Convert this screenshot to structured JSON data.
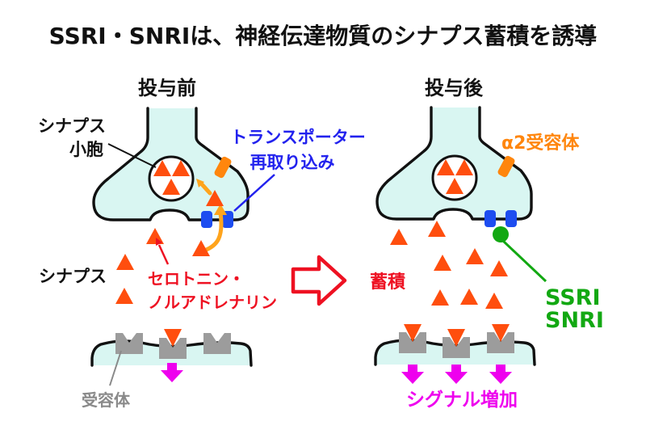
{
  "title": "SSRI・SNRIは、神経伝達物質のシナプス蓄積を誘導",
  "panels": {
    "before": {
      "heading": "投与前",
      "vesicle_label_line1": "シナプス",
      "vesicle_label_line2": "小胞",
      "transporter_label_line1": "トランスポーター",
      "transporter_label_line2": "再取り込み",
      "synapse_label": "シナプス",
      "neurotransmitter_label_line1": "セロトニン・",
      "neurotransmitter_label_line2": "ノルアドレナリン",
      "receptor_label": "受容体"
    },
    "after": {
      "heading": "投与後",
      "alpha2_label": "α2受容体",
      "accumulation_label": "蓄積",
      "drug_label_line1": "SSRI",
      "drug_label_line2": "SNRI",
      "signal_label": "シグナル増加"
    }
  },
  "colors": {
    "label_black": "#111111",
    "outline": "#111111",
    "membrane": "#D9F6F2",
    "neurotransmitter": "#FF4E0E",
    "reuptake_arrow": "#FFA41C",
    "transporter_blue": "#1D4DF0",
    "label_blue": "#2222EE",
    "alpha2_orange": "#FF860D",
    "label_red": "#EE1122",
    "drug_green": "#12A812",
    "signal_magenta": "#EE00EE",
    "receptor_gray": "#9C9C9C",
    "label_gray": "#8A8A8A"
  }
}
